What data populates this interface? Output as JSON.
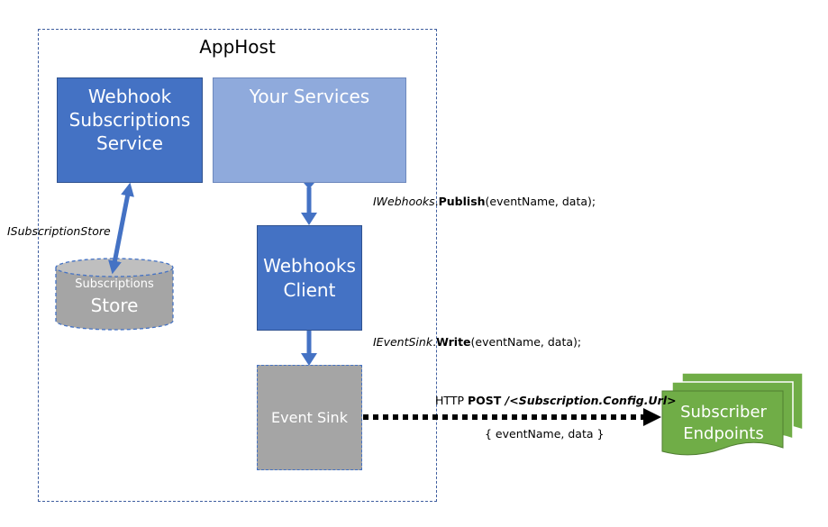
{
  "apphost": {
    "title": "AppHost"
  },
  "webhook_service": {
    "line1": "Webhook",
    "line2": "Subscriptions",
    "line3": "Service"
  },
  "your_services": {
    "label": "Your Services"
  },
  "subscription_store_interface": "ISubscriptionStore",
  "subscriptions_store": {
    "line1": "Subscriptions",
    "line2": "Store"
  },
  "publish_call": {
    "iface": "IWebhooks",
    "sep": ".",
    "method": "Publish",
    "args": "(eventName, data);"
  },
  "webhooks_client": {
    "line1": "Webhooks",
    "line2": "Client"
  },
  "write_call": {
    "iface": "IEventSink",
    "sep": ".",
    "method": "Write",
    "args": "(eventName, data);"
  },
  "event_sink": {
    "label": "Event Sink"
  },
  "http_call": {
    "prefix": "HTTP ",
    "verb": "POST",
    "path": " /<Subscription.Config.Url>",
    "payload": "{ eventName, data }"
  },
  "subscriber_endpoints": {
    "line1": "Subscriber",
    "line2": "Endpoints"
  },
  "colors": {
    "dark_blue": "#4472c4",
    "light_blue": "#8faadc",
    "gray": "#a5a5a5",
    "green": "#70ad47"
  }
}
